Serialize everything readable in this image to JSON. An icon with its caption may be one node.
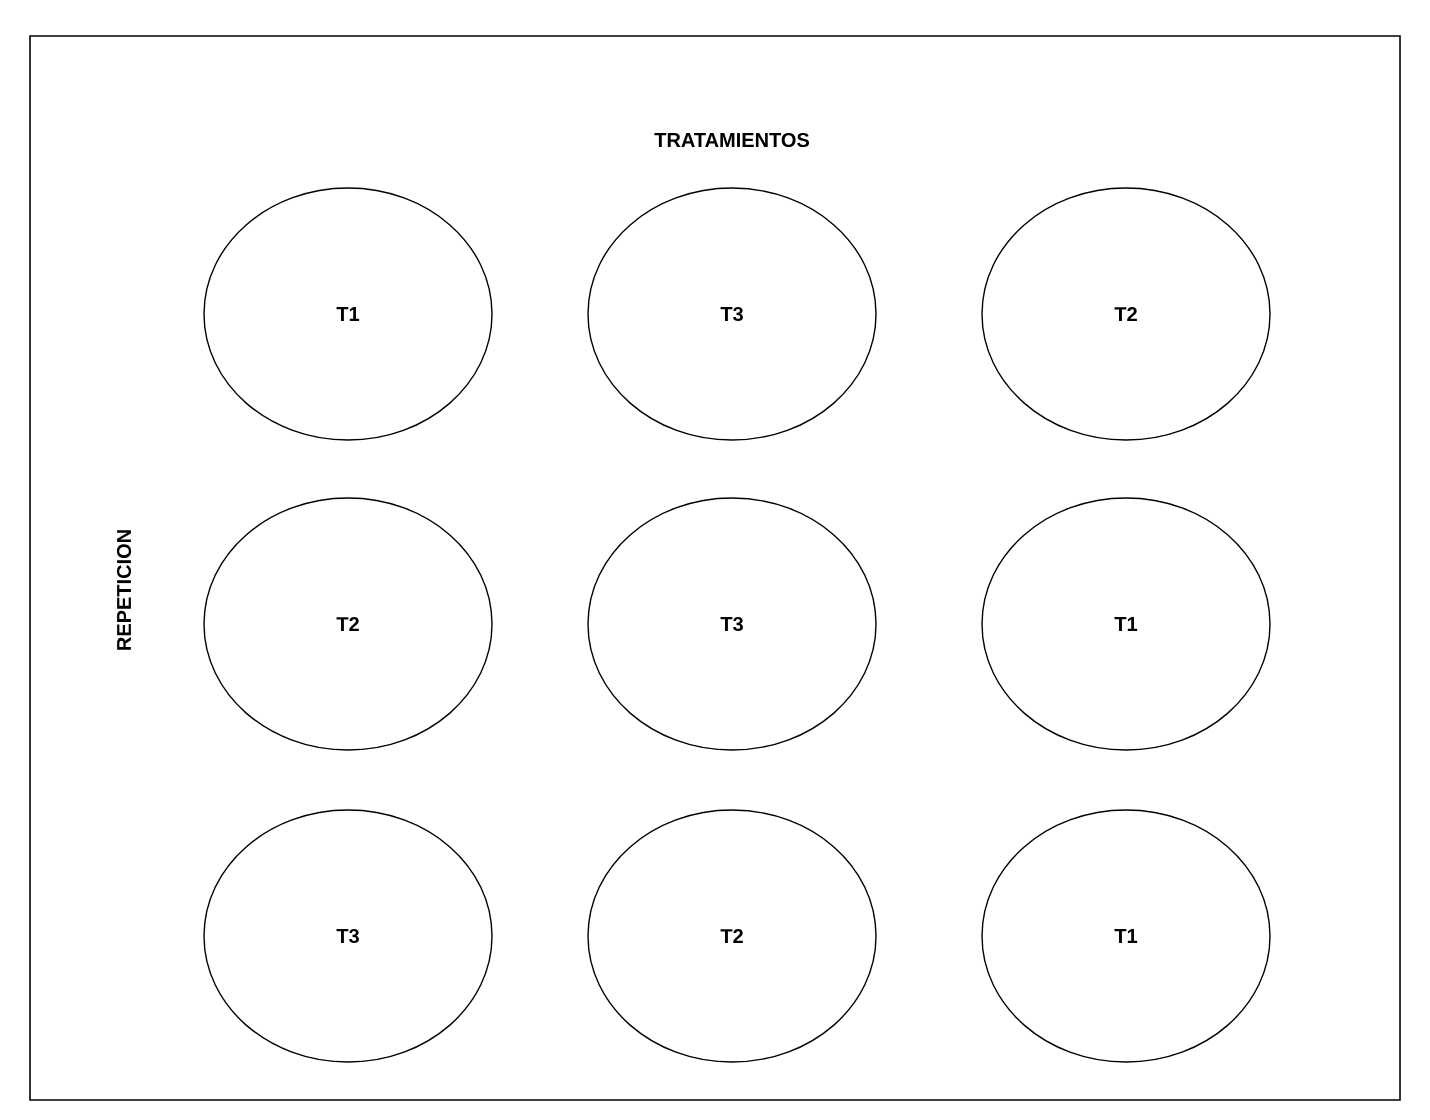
{
  "diagram": {
    "title": "TRATAMIENTOS",
    "nodes": [
      {
        "text": [
          "T1"
        ]
      },
      {
        "text": [
          "T3"
        ]
      },
      {
        "text": [
          "T2"
        ]
      },
      {
        "text": [
          "T2"
        ]
      },
      {
        "text": [
          "T3"
        ]
      },
      {
        "text": [
          "T1"
        ]
      },
      {
        "text": [
          "T3"
        ]
      },
      {
        "text": [
          "T2"
        ]
      },
      {
        "text": [
          "T1"
        ]
      }
    ],
    "labels": [
      "REPETICION"
    ]
  }
}
